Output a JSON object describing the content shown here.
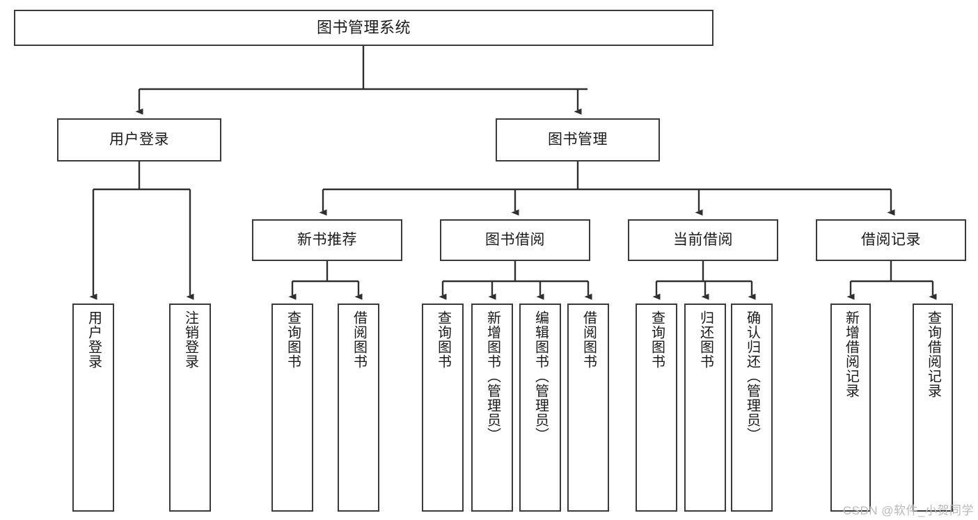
{
  "diagram": {
    "title": "图书管理系统",
    "type": "tree",
    "watermark": "CSDN @软件_小贺同学",
    "colors": {
      "box_border": "#3a3a3a",
      "box_fill": "#ffffff",
      "edge": "#2f2f2f",
      "text": "#1a1a1a",
      "watermark": "#b9b9b9"
    },
    "nodes": {
      "root": {
        "label": "图书管理系统"
      },
      "level1": [
        {
          "id": "user-login",
          "label": "用户登录"
        },
        {
          "id": "book-manage",
          "label": "图书管理"
        }
      ],
      "level2": [
        {
          "id": "new-book-rec",
          "label": "新书推荐"
        },
        {
          "id": "book-borrow",
          "label": "图书借阅"
        },
        {
          "id": "current-borrow",
          "label": "当前借阅"
        },
        {
          "id": "borrow-record",
          "label": "借阅记录"
        }
      ],
      "leaves": {
        "user-login": [
          {
            "id": "leaf-user-login",
            "label": "用户登录"
          },
          {
            "id": "leaf-logout",
            "label": "注销登录"
          }
        ],
        "new-book-rec": [
          {
            "id": "leaf-query-book-1",
            "label": "查询图书"
          },
          {
            "id": "leaf-borrow-book-1",
            "label": "借阅图书"
          }
        ],
        "book-borrow": [
          {
            "id": "leaf-query-book-2",
            "label": "查询图书"
          },
          {
            "id": "leaf-add-book",
            "label": "新增图书（管理员）"
          },
          {
            "id": "leaf-edit-book",
            "label": "编辑图书（管理员）"
          },
          {
            "id": "leaf-borrow-book-2",
            "label": "借阅图书"
          }
        ],
        "current-borrow": [
          {
            "id": "leaf-query-book-3",
            "label": "查询图书"
          },
          {
            "id": "leaf-return-book",
            "label": "归还图书"
          },
          {
            "id": "leaf-confirm-return",
            "label": "确认归还（管理员）"
          }
        ],
        "borrow-record": [
          {
            "id": "leaf-add-record",
            "label": "新增借阅记录"
          },
          {
            "id": "leaf-query-record",
            "label": "查询借阅记录"
          }
        ]
      }
    }
  }
}
